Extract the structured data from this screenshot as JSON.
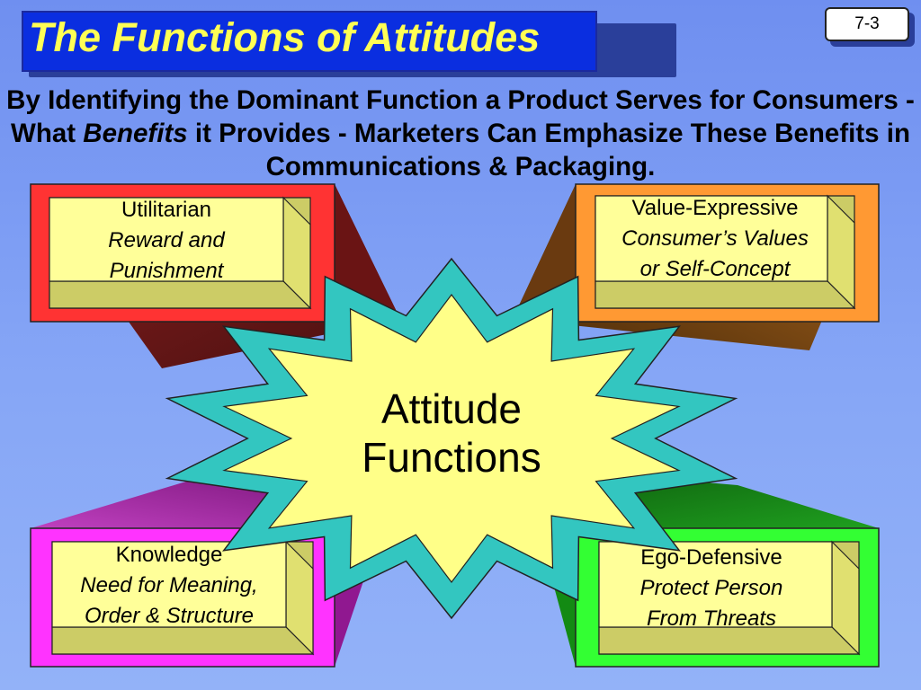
{
  "slide": {
    "title": "The Functions of Attitudes",
    "number": "7-3",
    "subtitle_part1": "By Identifying the Dominant Function a Product Serves for Consumers - What ",
    "subtitle_emphasis": "Benefits",
    "subtitle_part2": " it Provides - Marketers Can Emphasize These Benefits in Communications & Packaging."
  },
  "diagram": {
    "center": {
      "line1": "Attitude",
      "line2": "Functions"
    },
    "functions": [
      {
        "name": "Utilitarian",
        "desc_line1": "Reward and",
        "desc_line2": "Punishment",
        "color": "#ff3333"
      },
      {
        "name": "Value-Expressive",
        "desc_line1": "Consumer’s Values",
        "desc_line2": "or Self-Concept",
        "color": "#ff9933"
      },
      {
        "name": "Knowledge",
        "desc_line1": "Need for Meaning,",
        "desc_line2": "Order & Structure",
        "color": "#ff33ff"
      },
      {
        "name": "Ego-Defensive",
        "desc_line1": "Protect Person",
        "desc_line2": "From Threats",
        "color": "#33ff33"
      }
    ],
    "colors": {
      "starburst_outer": "#33c6c0",
      "starburst_inner": "#ffff88",
      "label_face": "#ffff99",
      "label_bevel": "#cccc66"
    }
  }
}
